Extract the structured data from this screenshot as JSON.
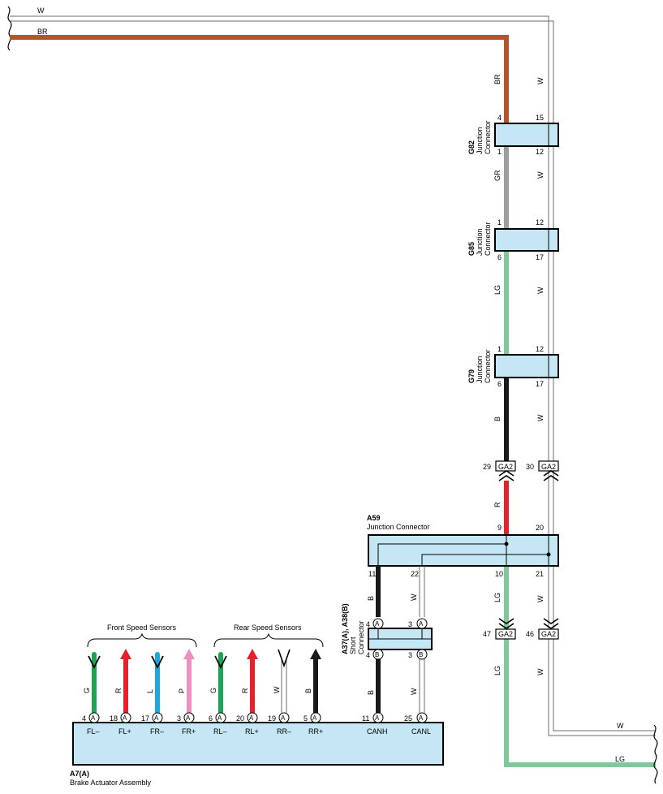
{
  "wires": {
    "top_w": "W",
    "top_br": "BR",
    "right_br": "BR",
    "right_w": "W",
    "gr": "GR",
    "lg": "LG",
    "b": "B",
    "r": "R",
    "bottom_w": "W",
    "bottom_lg": "LG",
    "canh_b": "B",
    "canl_w": "W",
    "lg_lower": "LG",
    "w_lower": "W"
  },
  "connectors": {
    "g82": {
      "code": "G82",
      "name_line1": "Junction",
      "name_line2": "Connector",
      "pin_tl": "4",
      "pin_tr": "15",
      "pin_bl": "1",
      "pin_br": "12"
    },
    "g85": {
      "code": "G85",
      "name_line1": "Junction",
      "name_line2": "Connector",
      "pin_tl": "1",
      "pin_tr": "12",
      "pin_bl": "6",
      "pin_br": "17"
    },
    "g79": {
      "code": "G79",
      "name_line1": "Junction",
      "name_line2": "Connector",
      "pin_tl": "1",
      "pin_tr": "12",
      "pin_bl": "6",
      "pin_br": "17"
    },
    "a59": {
      "code": "A59",
      "name": "Junction Connector",
      "pin_tl": "9",
      "pin_tr": "20",
      "pin_bl1": "11",
      "pin_bl2": "22",
      "pin_br1": "10",
      "pin_br2": "21"
    },
    "short": {
      "code": "A37(A), A38(B)",
      "name_line1": "Short",
      "name_line2": "Connector",
      "pin_t1": "4",
      "pin_t2": "3",
      "pin_b1": "4",
      "pin_b2": "3",
      "letter_a": "A",
      "letter_b": "B"
    },
    "ga2_top_left": {
      "pin": "29",
      "label": "GA2"
    },
    "ga2_top_right": {
      "pin": "30",
      "label": "GA2"
    },
    "ga2_bot_left": {
      "pin": "47",
      "label": "GA2"
    },
    "ga2_bot_right": {
      "pin": "46",
      "label": "GA2"
    }
  },
  "actuator": {
    "code": "A7(A)",
    "name": "Brake Actuator Assembly",
    "terminal_letter": "A",
    "front_group_label": "Front Speed Sensors",
    "rear_group_label": "Rear Speed Sensors",
    "terminals": [
      {
        "pin": "4",
        "label": "FL–",
        "wire": "G",
        "color": "#19a651"
      },
      {
        "pin": "18",
        "label": "FL+",
        "wire": "R",
        "color": "#e8202a"
      },
      {
        "pin": "17",
        "label": "FR–",
        "wire": "L",
        "color": "#1aa8e0"
      },
      {
        "pin": "3",
        "label": "FR+",
        "wire": "P",
        "color": "#ef8fbf"
      },
      {
        "pin": "6",
        "label": "RL–",
        "wire": "G",
        "color": "#19a651"
      },
      {
        "pin": "20",
        "label": "RL+",
        "wire": "R",
        "color": "#e8202a"
      },
      {
        "pin": "19",
        "label": "RR–",
        "wire": "W",
        "color": "#ffffff"
      },
      {
        "pin": "5",
        "label": "RR+",
        "wire": "B",
        "color": "#1a1a1a"
      }
    ],
    "canh": {
      "pin": "11",
      "label": "CANH"
    },
    "canl": {
      "pin": "25",
      "label": "CANL"
    }
  },
  "colors": {
    "brown": "#b5542a",
    "gray": "#9d9d9d",
    "lightgreen": "#7fc89a",
    "black": "#1a1a1a",
    "red": "#e8202a",
    "connector_fill": "#c5e6f5"
  }
}
